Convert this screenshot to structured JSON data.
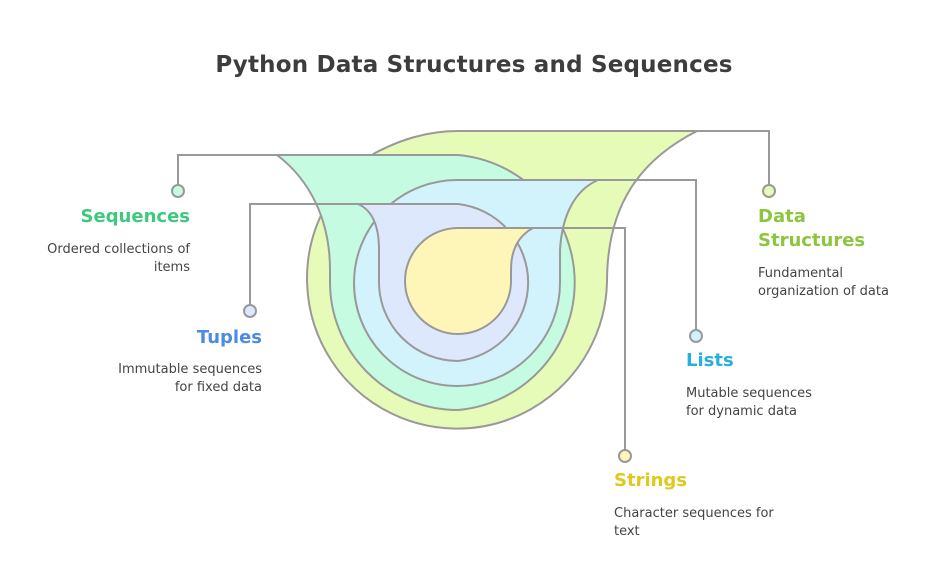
{
  "title": "Python Data Structures and Sequences",
  "nodes": [
    {
      "id": "data-structures",
      "label": "Data Structures",
      "label_lines": [
        "Data",
        "Structures"
      ],
      "description": "Fundamental organization of data",
      "description_lines": [
        "Fundamental",
        "organization of data"
      ],
      "color": "#8cc63f",
      "fill": "#e6fbb8",
      "side": "right"
    },
    {
      "id": "sequences",
      "label": "Sequences",
      "description": "Ordered collections of items",
      "description_lines": [
        "Ordered collections of",
        "items"
      ],
      "color": "#3ec97f",
      "fill": "#c5fbe1",
      "side": "left"
    },
    {
      "id": "lists",
      "label": "Lists",
      "description": "Mutable sequences for dynamic data",
      "description_lines": [
        "Mutable sequences",
        "for dynamic data"
      ],
      "color": "#29aee0",
      "fill": "#d2f3fc",
      "side": "right"
    },
    {
      "id": "tuples",
      "label": "Tuples",
      "description": "Immutable sequences for fixed data",
      "description_lines": [
        "Immutable sequences",
        "for fixed data"
      ],
      "color": "#4d8ae6",
      "fill": "#dde8fd",
      "side": "left"
    },
    {
      "id": "strings",
      "label": "Strings",
      "description": "Character sequences for text",
      "description_lines": [
        "Character sequences for",
        "text"
      ],
      "color": "#e0c81f",
      "fill": "#fef6b8",
      "side": "right"
    }
  ],
  "stroke_color": "#999999"
}
